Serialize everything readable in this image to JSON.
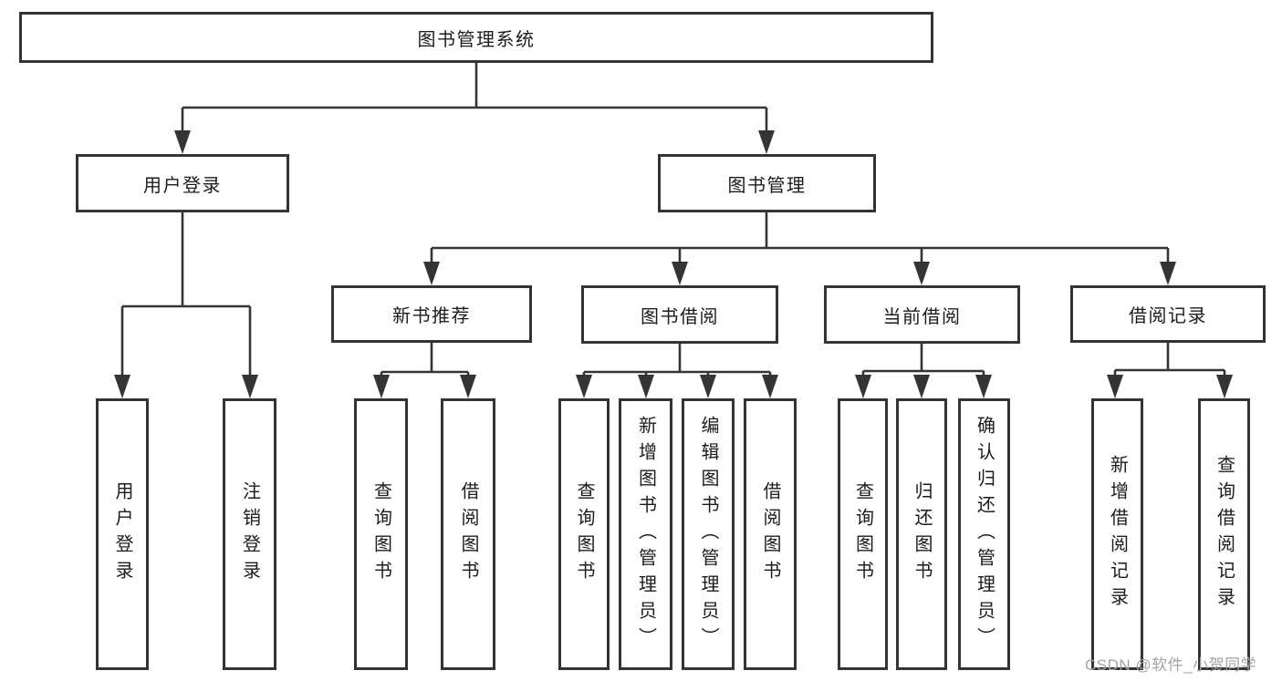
{
  "diagram": {
    "nodes": {
      "root": "图书管理系统",
      "user_login": "用户登录",
      "book_mgmt": "图书管理",
      "new_book_rec": "新书推荐",
      "book_borrow": "图书借阅",
      "current_borrow": "当前借阅",
      "borrow_record": "借阅记录",
      "leaf_user_login": "用户登录",
      "leaf_logout": "注销登录",
      "leaf_nb_query": "查询图书",
      "leaf_nb_borrow": "借阅图书",
      "leaf_bb_query": "查询图书",
      "leaf_bb_add": "新增图书（管理员）",
      "leaf_bb_edit": "编辑图书（管理员）",
      "leaf_bb_borrow": "借阅图书",
      "leaf_cb_query": "查询图书",
      "leaf_cb_return": "归还图书",
      "leaf_cb_confirm": "确认归还（管理员）",
      "leaf_br_add": "新增借阅记录",
      "leaf_br_query": "查询借阅记录"
    },
    "colors": {
      "line": "#343434",
      "box_border": "#343434",
      "text": "#1c1c1c",
      "watermark": "#a3a3a3",
      "background": "#ffffff"
    }
  },
  "watermark": {
    "text": "CSDN @软件_小贺同学"
  }
}
